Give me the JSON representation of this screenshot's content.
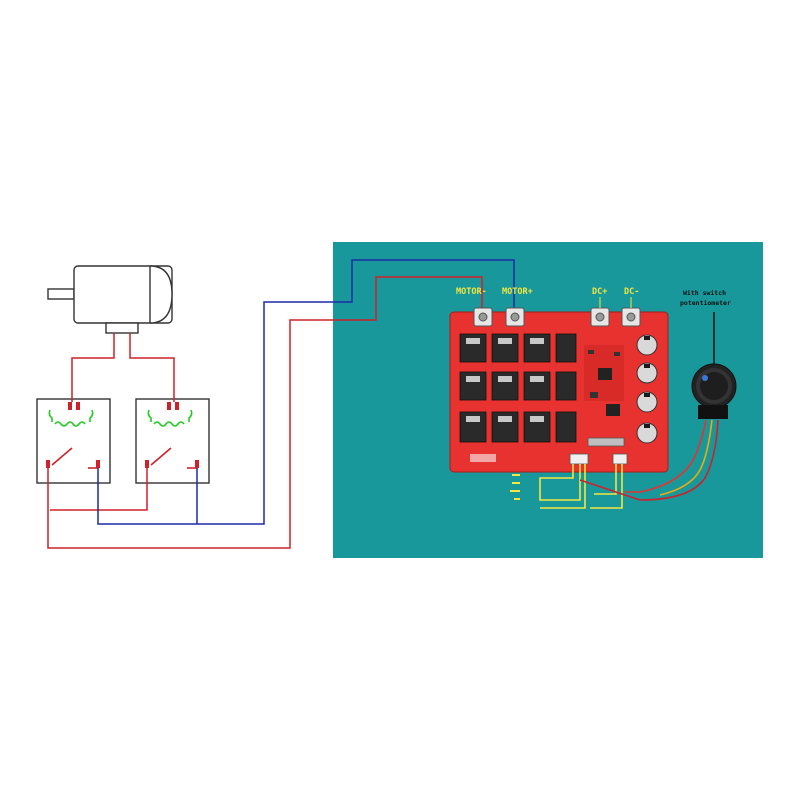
{
  "labels": {
    "motor_minus": "MOTOR-",
    "motor_plus": "MOTOR+",
    "dc_plus": "DC+",
    "dc_minus": "DC-",
    "pot_line1": "With switch",
    "pot_line2": "potentiometer"
  },
  "colors": {
    "board_bg": "#1aa3a3",
    "pcb": "#e8322f",
    "wire_red": "#d0202a",
    "wire_blue": "#1c2aa8",
    "relay_green": "#22cc22",
    "label_yellow": "#f4e640",
    "outline": "#222222"
  },
  "icons": [
    "motor-icon",
    "relay-icon",
    "potentiometer-knob-icon",
    "capacitor-icon",
    "mosfet-icon"
  ]
}
